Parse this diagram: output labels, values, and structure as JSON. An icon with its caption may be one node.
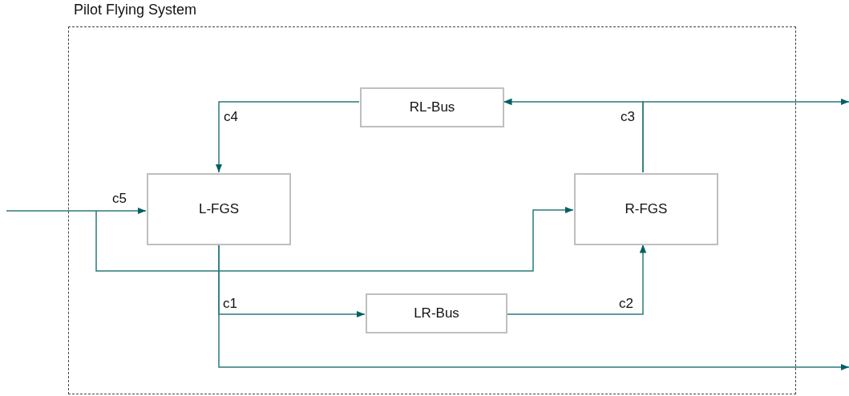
{
  "diagram": {
    "nodes": [
      {
        "text": [
          "Pilot Flying System"
        ]
      },
      {
        "text": [
          "RL-Bus"
        ],
        "in": 0
      },
      {
        "text": [
          "L-FGS"
        ],
        "in": 0
      },
      {
        "text": [
          "R-FGS"
        ],
        "in": 0
      },
      {
        "text": [
          "LR-Bus"
        ],
        "in": 0
      }
    ],
    "edges": [
      {
        "from": null,
        "to": 2,
        "arrow": "to",
        "label": "c5"
      },
      {
        "from": null,
        "to": 3,
        "arrow": "to"
      },
      {
        "from": 2,
        "to": 4,
        "arrow": "to",
        "label": "c1"
      },
      {
        "from": 2,
        "to": null,
        "arrow": "to"
      },
      {
        "from": 4,
        "to": 3,
        "arrow": "to",
        "label": "c2"
      },
      {
        "from": 3,
        "to": 1,
        "arrow": "to",
        "label": "c3"
      },
      {
        "from": 3,
        "to": null,
        "arrow": "to"
      },
      {
        "from": 1,
        "to": 2,
        "arrow": "to",
        "label": "c4"
      }
    ]
  }
}
